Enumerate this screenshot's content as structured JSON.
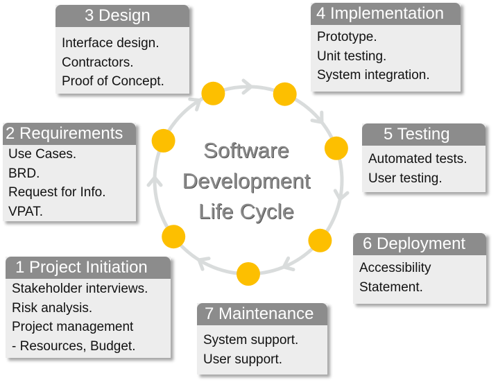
{
  "center": {
    "lines": [
      "Software",
      "Development",
      "Life Cycle"
    ]
  },
  "stages": [
    {
      "title": "1 Project Initiation",
      "items": [
        "Stakeholder interviews.",
        "Risk analysis.",
        "Project management",
        "- Resources, Budget."
      ]
    },
    {
      "title": "2 Requirements",
      "items": [
        "Use Cases.",
        "BRD.",
        "Request for Info.",
        "VPAT."
      ]
    },
    {
      "title": "3 Design",
      "items": [
        "Interface design.",
        "Contractors.",
        "Proof of Concept."
      ]
    },
    {
      "title": "4 Implementation",
      "items": [
        "Prototype.",
        "Unit testing.",
        "System integration."
      ]
    },
    {
      "title": "5 Testing",
      "items": [
        "Automated tests.",
        "User testing."
      ]
    },
    {
      "title": "6 Deployment",
      "items": [
        "Accessibility",
        "Statement."
      ]
    },
    {
      "title": "7 Maintenance",
      "items": [
        "System support.",
        "User support."
      ]
    }
  ],
  "colors": {
    "node": "#fdbf00",
    "ring": "#d9dcdc",
    "header": "#8c8c8c",
    "box": "#ededed"
  }
}
